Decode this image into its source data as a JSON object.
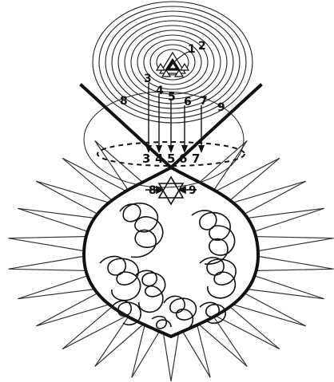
{
  "diagram": {
    "colors": {
      "line": "#111111",
      "background": "#ffffff",
      "rays": "#333333"
    },
    "spiral_labels": {
      "l1": "1",
      "l2": "2",
      "l3": "3",
      "l4": "4",
      "l5": "5",
      "l6": "6",
      "l7": "7",
      "l8": "8",
      "l9": "9"
    },
    "ring_labels": {
      "r3": "3",
      "r4": "4",
      "r5": "5",
      "r6": "6",
      "r7": "7"
    },
    "star_labels": {
      "s8": "8",
      "s9": "9"
    },
    "elements": {
      "concentric_rings": "concentric-circles",
      "core_symbol": "nested-triangles",
      "funnel": "v-funnel",
      "dashed_ellipse": "dashed-ring",
      "star_of_david": "hexagram",
      "sun_body": "drop-shape-with-loops"
    }
  }
}
